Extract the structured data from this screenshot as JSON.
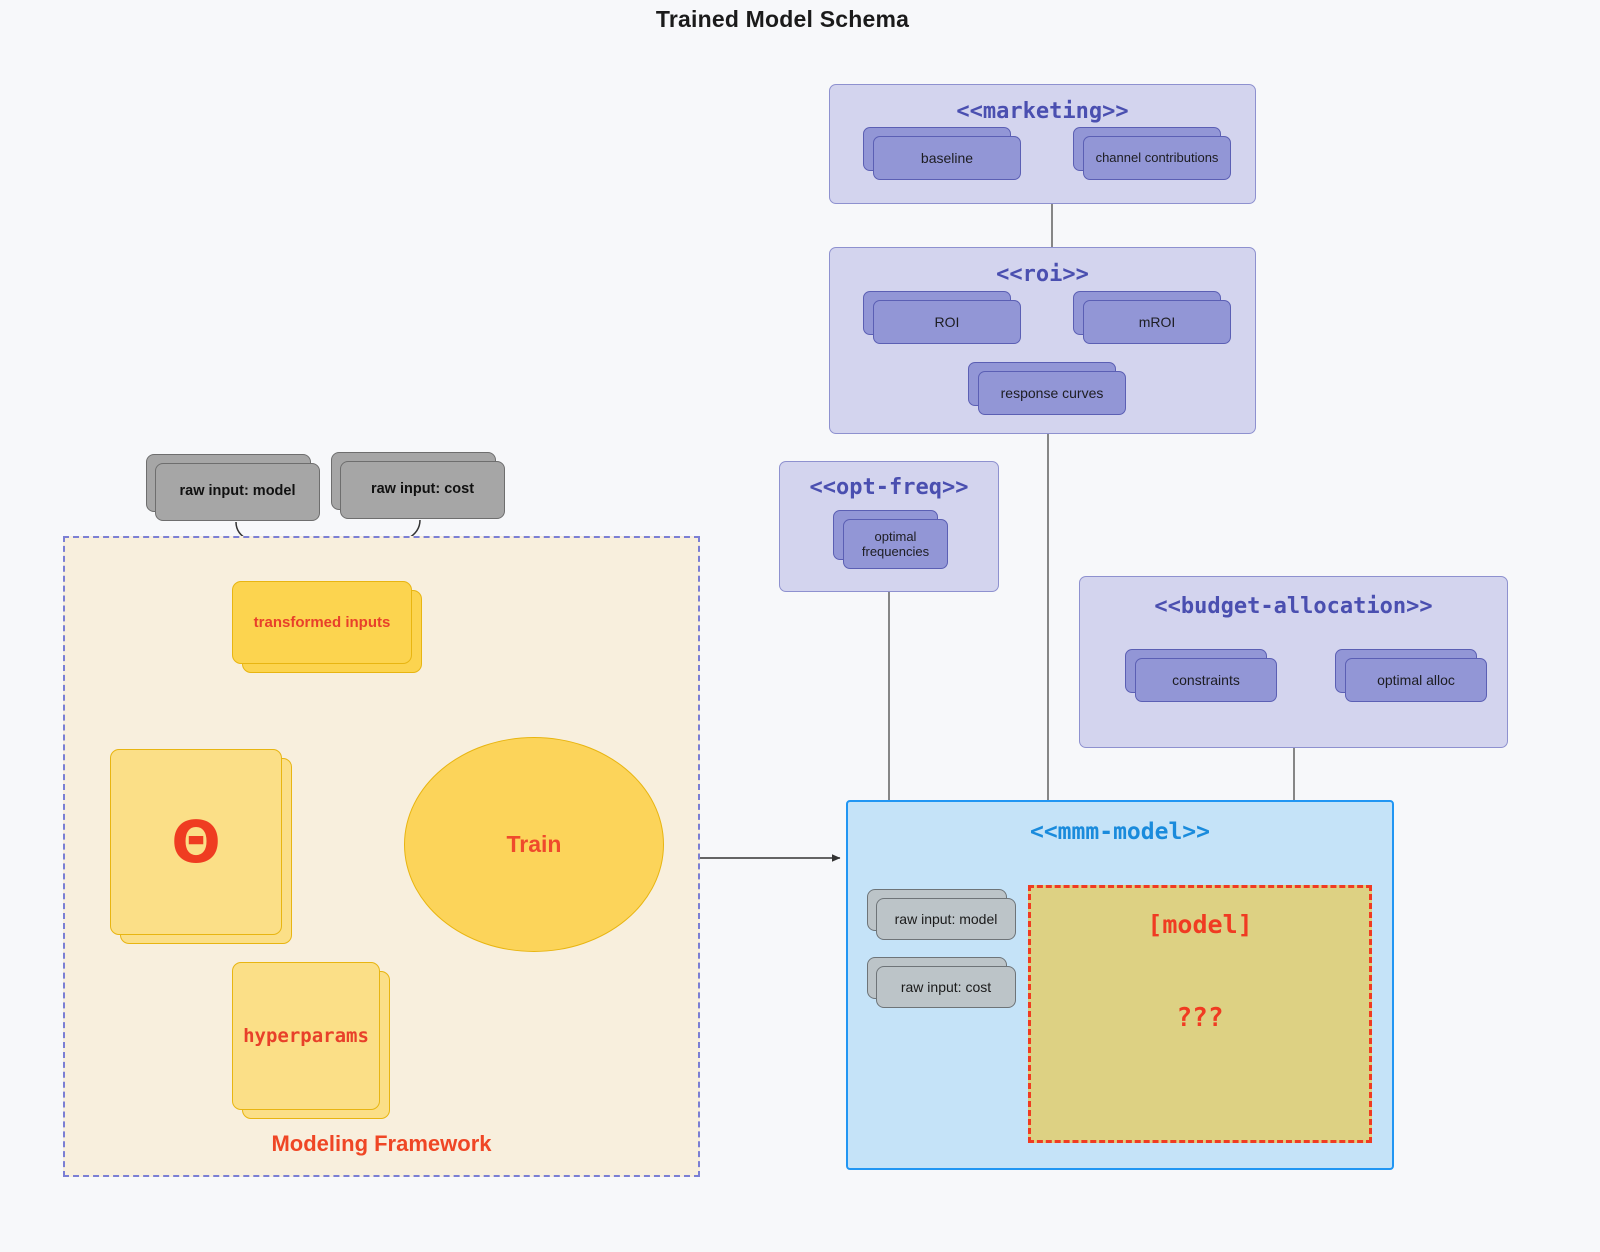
{
  "title": "Trained Model Schema",
  "packages": {
    "marketing": {
      "name": "<<marketing>>",
      "cards": [
        {
          "label": "baseline"
        },
        {
          "label": "channel contributions"
        }
      ]
    },
    "roi": {
      "name": "<<roi>>",
      "cards": [
        {
          "label": "ROI"
        },
        {
          "label": "mROI"
        },
        {
          "label": "response curves"
        }
      ]
    },
    "opt_freq": {
      "name": "<<opt-freq>>",
      "cards": [
        {
          "label": "optimal\nfrequencies"
        }
      ]
    },
    "budget_allocation": {
      "name": "<<budget-allocation>>",
      "cards": [
        {
          "label": "constraints"
        },
        {
          "label": "optimal alloc"
        }
      ]
    },
    "mmm_model": {
      "name": "<<mmm-model>>",
      "inputs": [
        {
          "label": "raw input: model"
        },
        {
          "label": "raw input: cost"
        }
      ],
      "model_box": {
        "label": "[model]",
        "unknown": "???"
      }
    }
  },
  "framework": {
    "label": "Modeling Framework",
    "raw_inputs": [
      {
        "label": "raw input: model"
      },
      {
        "label": "raw input: cost"
      }
    ],
    "transformed_inputs": "transformed inputs",
    "theta": "Θ",
    "hyperparams": "hyperparams",
    "train": "Train"
  },
  "colors": {
    "canvas_bg": "#f7f8fa",
    "package_fill": "#d3d4ee",
    "package_stroke": "#8e91cf",
    "package_title": "#4a4fb0",
    "artifact_fill": "#9296d6",
    "artifact_stroke": "#5b5fb4",
    "mmm_fill": "#c5e3f8",
    "mmm_stroke": "#2196f3",
    "mmm_title": "#1a8bdc",
    "framework_fill": "#f8efdd",
    "framework_stroke": "#7b7fd4",
    "accent_red": "#ef4625",
    "yellow_fill": "#fcd44f",
    "yellow_stroke": "#e8b511",
    "gray_fill": "#a6a6a6",
    "gray_stroke": "#6e6e6e",
    "model_fill": "#ddd183",
    "model_stroke": "#f03b22"
  }
}
